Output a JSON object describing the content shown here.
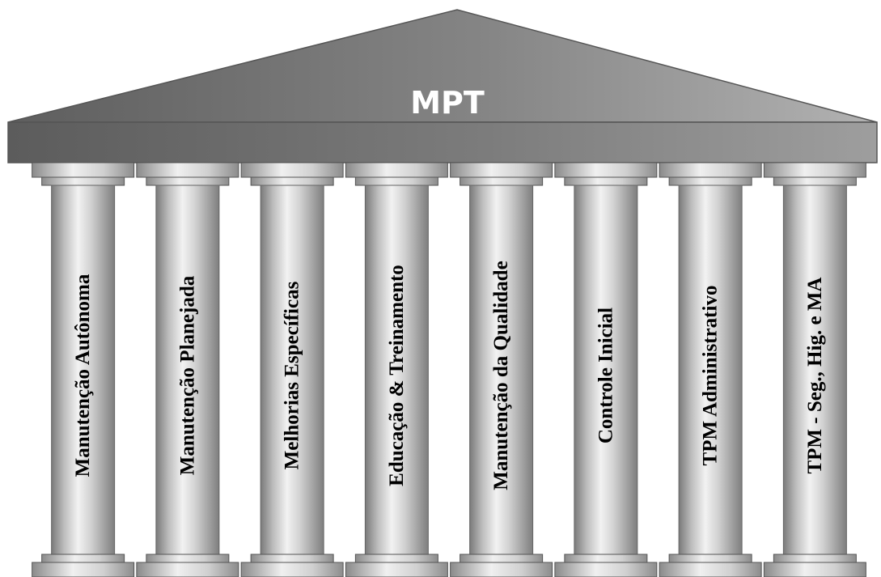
{
  "roof": {
    "title": "MPT"
  },
  "pillars": [
    {
      "label": "Manutenção Autônoma"
    },
    {
      "label": "Manutenção Planejada"
    },
    {
      "label": "Melhorias Específicas"
    },
    {
      "label": "Educação & Treinamento"
    },
    {
      "label": "Manutenção da Qualidade"
    },
    {
      "label": "Controle Inicial"
    },
    {
      "label": "TPM Administrativo"
    },
    {
      "label": "TPM - Seg., Hig. e MA"
    }
  ],
  "colors": {
    "roof_light": "#aaaaaa",
    "roof_dark": "#6a6a6a",
    "column_light": "#ececec",
    "column_mid": "#c2c2c2",
    "column_dark": "#7e7e7e",
    "outline": "#555555",
    "title_text": "#ffffff",
    "label_text": "#000000"
  }
}
